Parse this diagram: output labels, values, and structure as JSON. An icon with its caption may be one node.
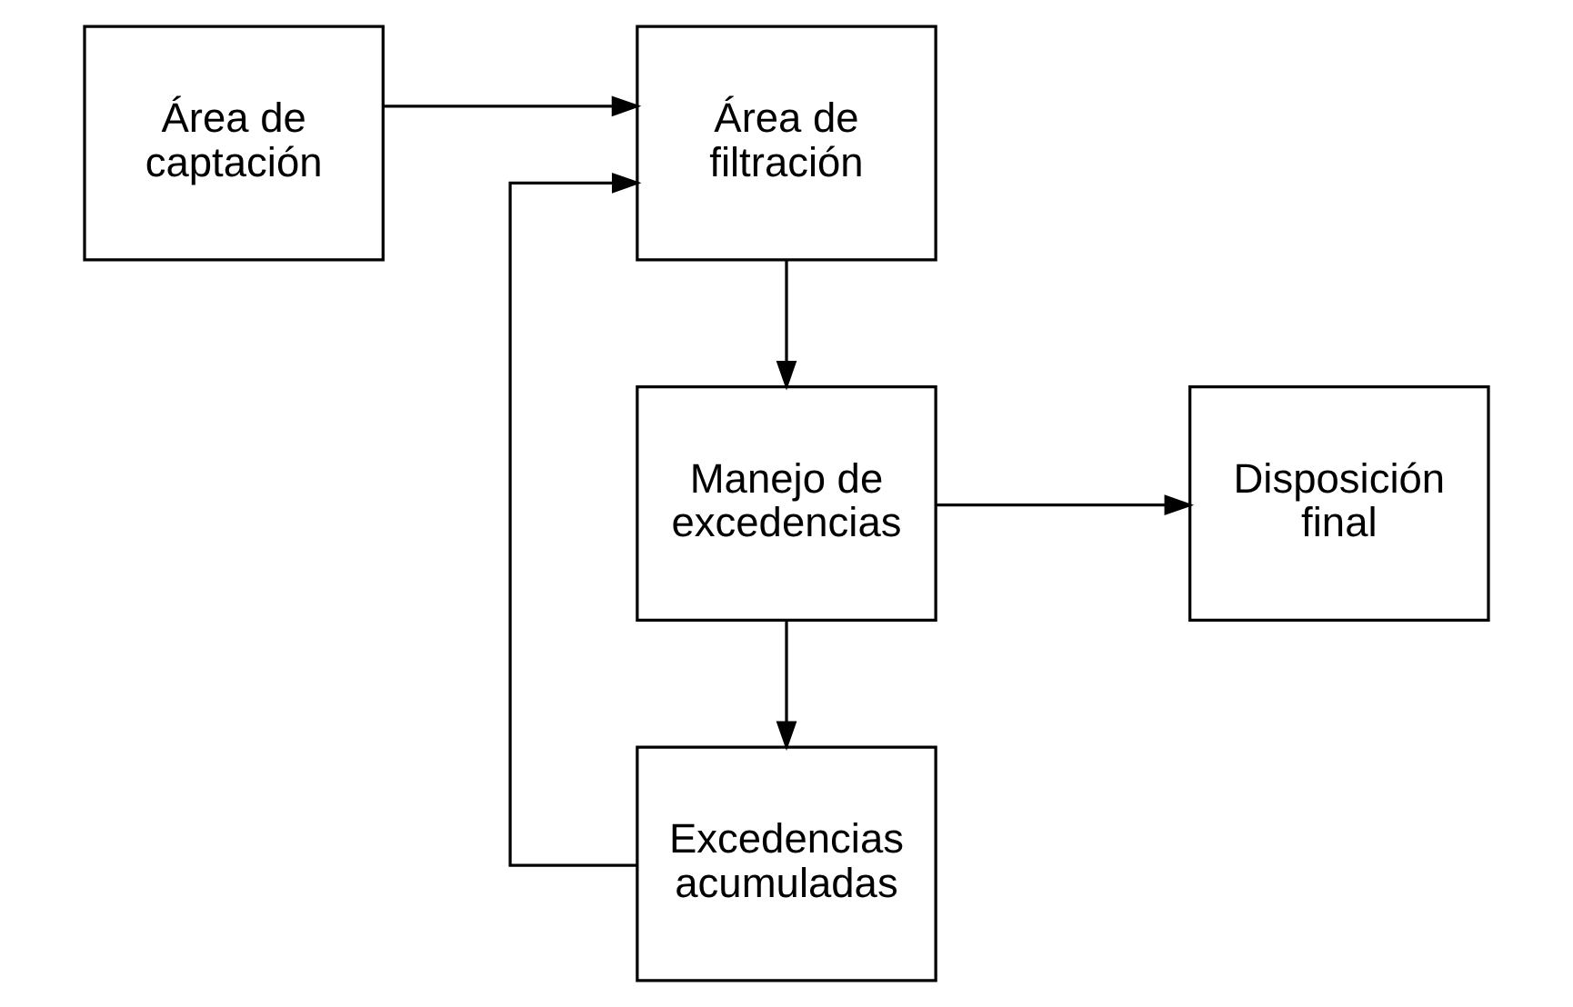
{
  "diagram": {
    "nodes": [
      {
        "text": [
          "Área de captación"
        ]
      },
      {
        "text": [
          "Área de filtración"
        ]
      },
      {
        "text": [
          "Manejo de excedencias"
        ]
      },
      {
        "text": [
          "Disposición final"
        ]
      },
      {
        "text": [
          "Excedencias acumuladas"
        ]
      }
    ],
    "edges": [
      {
        "from": 0,
        "to": 1,
        "arrow": "to"
      },
      {
        "from": 1,
        "to": 2,
        "arrow": "to"
      },
      {
        "from": 2,
        "to": 3,
        "arrow": "to"
      },
      {
        "from": 2,
        "to": 4,
        "arrow": "to"
      },
      {
        "from": 4,
        "to": 1,
        "arrow": "to"
      }
    ]
  }
}
